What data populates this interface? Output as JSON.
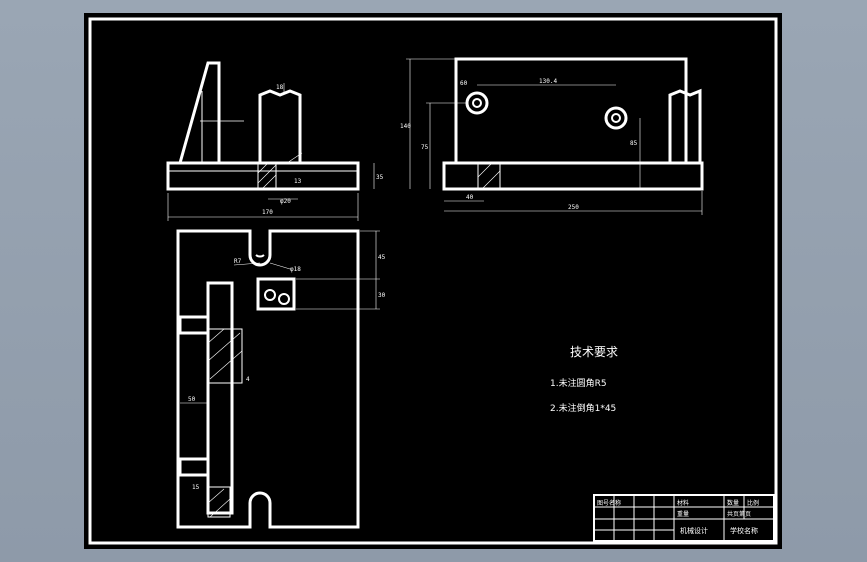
{
  "drawing": {
    "technical_requirements": {
      "title": "技术要求",
      "items": [
        "1.未注圆角R5",
        "2.未注倒角1*45"
      ]
    },
    "dimensions": {
      "side_view": {
        "width_total": "170",
        "hole_dia": "φ20",
        "height": "35",
        "top_small": "18",
        "small_right": "13"
      },
      "front_view": {
        "hole_spacing": "130.4",
        "height_total": "140",
        "height_left": "75",
        "height_right": "85",
        "left_offset": "60",
        "base_left": "40",
        "width_total": "250"
      },
      "plan_view": {
        "slot_radius": "R7",
        "slot_dia": "φ18",
        "top_gap": "45",
        "pad_height": "30",
        "left_width": "50",
        "small_dim": "4",
        "bottom_dim": "15"
      }
    },
    "title_block": {
      "cells": [
        "图号名称",
        "",
        "",
        "",
        "",
        "",
        "",
        "材料",
        "数量",
        "比例",
        "重量",
        "共页第页",
        "机械设计",
        "学校名称"
      ]
    }
  }
}
